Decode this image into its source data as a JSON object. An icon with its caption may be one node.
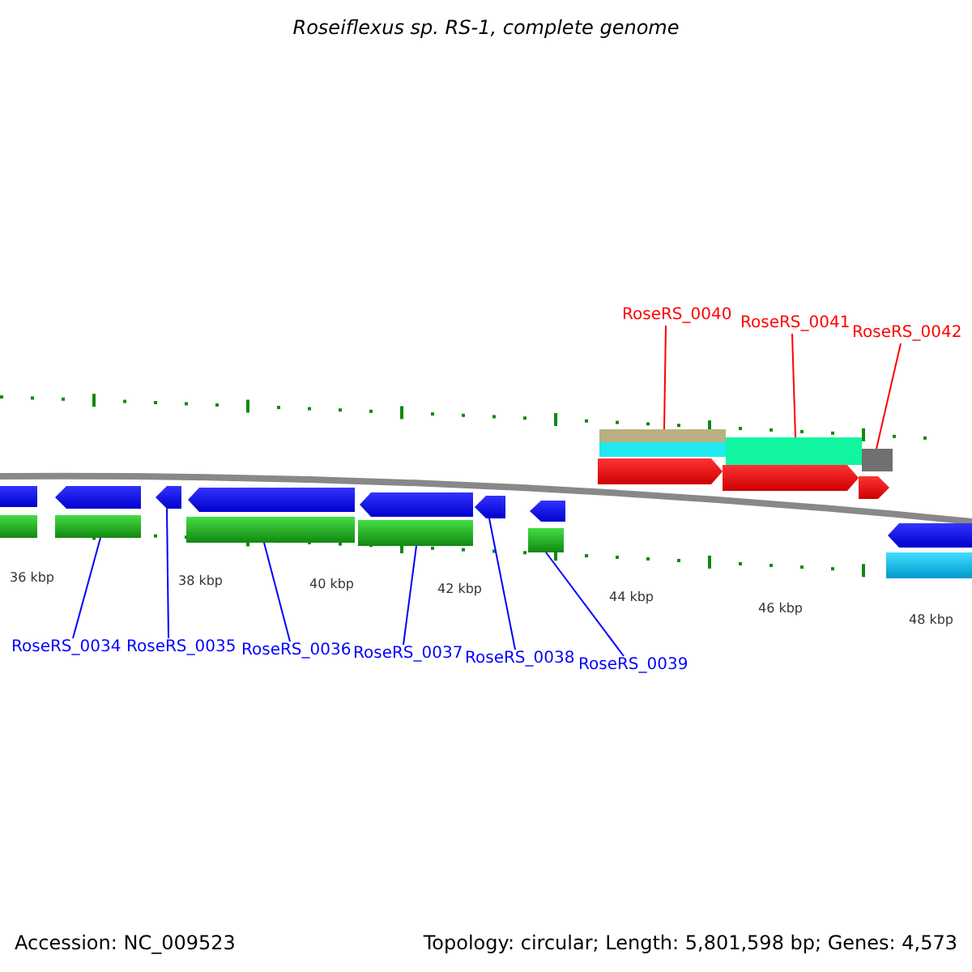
{
  "diagram": {
    "title": "Roseiflexus sp. RS-1, complete genome",
    "nodes": [
      {
        "text": [
          "RoseRS_0034"
        ]
      },
      {
        "text": [
          "RoseRS_0035"
        ]
      },
      {
        "text": [
          "RoseRS_0036"
        ]
      },
      {
        "text": [
          "RoseRS_0037"
        ]
      },
      {
        "text": [
          "RoseRS_0038"
        ]
      },
      {
        "text": [
          "RoseRS_0039"
        ]
      },
      {
        "text": [
          "RoseRS_0040"
        ]
      },
      {
        "text": [
          "RoseRS_0041"
        ]
      },
      {
        "text": [
          "RoseRS_0042"
        ]
      },
      {
        "text": [],
        "shape": "arrow"
      },
      {
        "text": [],
        "shape": "arrow"
      },
      {
        "text": [],
        "shape": "arrow"
      },
      {
        "text": [],
        "shape": "arrow"
      },
      {
        "text": [],
        "shape": "arrow"
      },
      {
        "text": [],
        "shape": "arrow"
      },
      {
        "text": [],
        "shape": "arrow"
      },
      {
        "text": [],
        "shape": "arrow"
      },
      {
        "text": [],
        "shape": "arrow"
      },
      {
        "text": [],
        "shape": "arrow"
      },
      {
        "text": [],
        "shape": "arrow"
      }
    ],
    "edges": [
      {
        "from": 0,
        "to": 9,
        "arrow": "none"
      },
      {
        "from": 1,
        "to": 10,
        "arrow": "none"
      },
      {
        "from": 2,
        "to": 11,
        "arrow": "none"
      },
      {
        "from": 3,
        "to": 12,
        "arrow": "none"
      },
      {
        "from": 4,
        "to": 13,
        "arrow": "none"
      },
      {
        "from": 5,
        "to": 14,
        "arrow": "none"
      },
      {
        "from": 6,
        "to": 15,
        "arrow": "none",
        "color": "#ff0000"
      },
      {
        "from": 7,
        "to": 16,
        "arrow": "none",
        "color": "#ff0000"
      },
      {
        "from": 8,
        "to": 17,
        "arrow": "none",
        "color": "#ff0000"
      }
    ],
    "labels": [
      "36 kbp",
      "38 kbp",
      "40 kbp",
      "42 kbp",
      "44 kbp",
      "46 kbp",
      "48 kbp",
      "Accession: NC_009523",
      "Topology: circular; Length: 5,801,598 bp; Genes: 4,573"
    ]
  }
}
